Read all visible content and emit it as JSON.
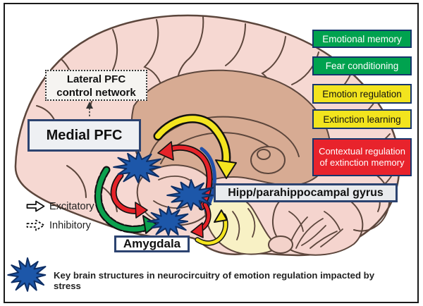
{
  "colors": {
    "green": "#00a24f",
    "yellow": "#f2e41e",
    "red": "#e8232c",
    "boxborder": "#2c4370",
    "star": "#1d57a9",
    "starline": "#0e2f66",
    "agreen": "#0ba14e",
    "ared": "#e52329",
    "ayellow": "#f4e51f",
    "cortex": "#f6d8d2",
    "inner": "#d7ab93",
    "stem": "#f8f1c5",
    "insula": "#f3d2ca",
    "cereb": "#f5d4ce",
    "line": "#5c463c"
  },
  "brain_labels": {
    "lateral_pfc_line1": "Lateral PFC",
    "lateral_pfc_line2": "control network",
    "medial_pfc": "Medial PFC",
    "hipp": "Hipp/parahippocampal gyrus",
    "amygdala": "Amygdala"
  },
  "legend": {
    "items": [
      {
        "label": "Emotional memory",
        "color": "green"
      },
      {
        "label": "Fear conditioning",
        "color": "green"
      },
      {
        "label": "Emotion regulation",
        "color": "yellow"
      },
      {
        "label": "Extinction learning",
        "color": "yellow"
      },
      {
        "label": "Contextual regulation of extinction memory",
        "color": "red"
      }
    ]
  },
  "arrow_key": {
    "excitatory": "Excitatory",
    "inhibitory": "Inhibitory"
  },
  "icons": {
    "excitatory": "solid-block-arrow-icon",
    "inhibitory": "dashed-block-arrow-icon",
    "stress_marker": "blue-starburst-icon"
  },
  "caption": "Key brain structures in neurocircuitry of emotion regulation impacted by stress"
}
